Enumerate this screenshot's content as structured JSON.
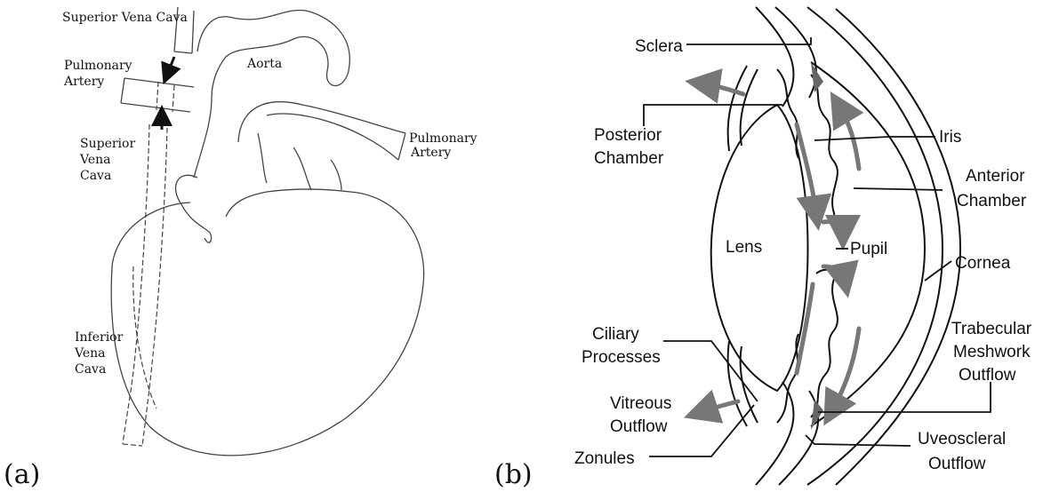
{
  "panel_a": {
    "letter": "(a)",
    "labels": {
      "superior_vena_cava_top": "Superior Vena Cava",
      "pulmonary_artery_left_1": "Pulmonary",
      "pulmonary_artery_left_2": "Artery",
      "aorta": "Aorta",
      "pulmonary_artery_right_1": "Pulmonary",
      "pulmonary_artery_right_2": "Artery",
      "superior_vena_cava_mid_1": "Superior",
      "superior_vena_cava_mid_2": "Vena",
      "superior_vena_cava_mid_3": "Cava",
      "inferior_vena_cava_1": "Inferior",
      "inferior_vena_cava_2": "Vena",
      "inferior_vena_cava_3": "Cava"
    }
  },
  "panel_b": {
    "letter": "(b)",
    "labels": {
      "sclera": "Sclera",
      "posterior_chamber_1": "Posterior",
      "posterior_chamber_2": "Chamber",
      "iris": "Iris",
      "anterior_chamber_1": "Anterior",
      "anterior_chamber_2": "Chamber",
      "lens": "Lens",
      "pupil": "Pupil",
      "cornea": "Cornea",
      "ciliary_processes_1": "Ciliary",
      "ciliary_processes_2": "Processes",
      "trabecular_1": "Trabecular",
      "trabecular_2": "Meshwork",
      "trabecular_3": "Outflow",
      "vitreous_outflow_1": "Vitreous",
      "vitreous_outflow_2": "Outflow",
      "zonules": "Zonules",
      "uveoscleral_outflow_1": "Uveoscleral",
      "uveoscleral_outflow_2": "Outflow"
    }
  }
}
